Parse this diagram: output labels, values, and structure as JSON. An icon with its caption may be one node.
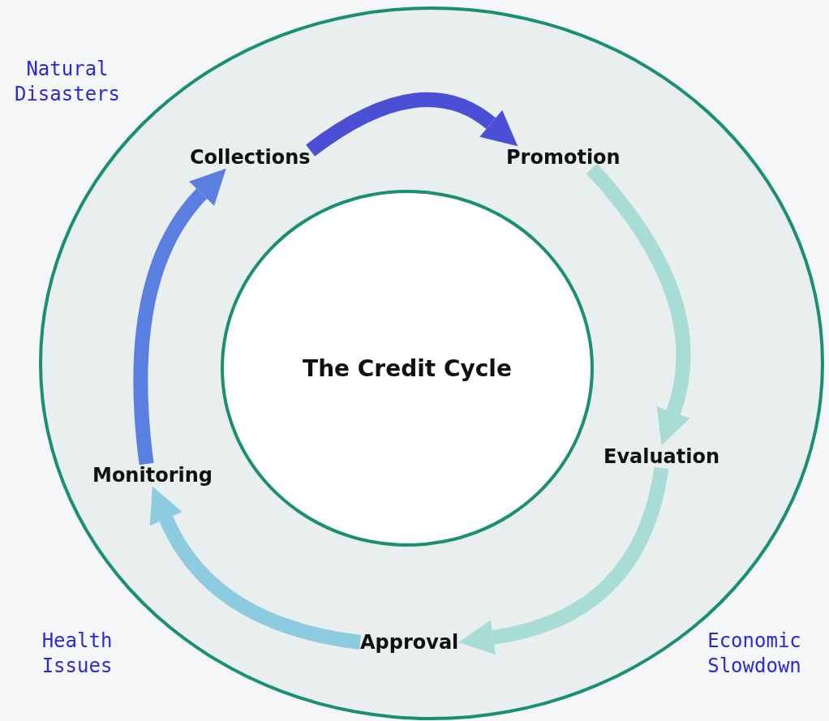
{
  "diagram": {
    "nodes": [
      {
        "text": [],
        "shape": "circle"
      },
      {
        "text": [
          "The Credit Cycle"
        ],
        "in": 0
      },
      {
        "text": [
          "Collections"
        ],
        "in": 0
      },
      {
        "text": [
          "Promotion"
        ],
        "in": 0
      },
      {
        "text": [
          "Evaluation"
        ],
        "in": 0
      },
      {
        "text": [
          "Approval"
        ],
        "in": 0
      },
      {
        "text": [
          "Monitoring"
        ],
        "in": 0
      }
    ],
    "edges": [
      {
        "from": 2,
        "to": 3,
        "arrow": "to",
        "color": "#4b4fd6"
      },
      {
        "from": 3,
        "to": 4,
        "arrow": "to",
        "color": "#a8ddd6"
      },
      {
        "from": 4,
        "to": 5,
        "arrow": "to",
        "color": "#a8ddd6"
      },
      {
        "from": 5,
        "to": 6,
        "arrow": "to",
        "color": "#8ccbe0"
      },
      {
        "from": 6,
        "to": 2,
        "arrow": "to",
        "color": "#5b7fe0"
      }
    ],
    "labels": [
      "Natural Disasters",
      "Health Issues",
      "Economic Slowdown"
    ]
  }
}
